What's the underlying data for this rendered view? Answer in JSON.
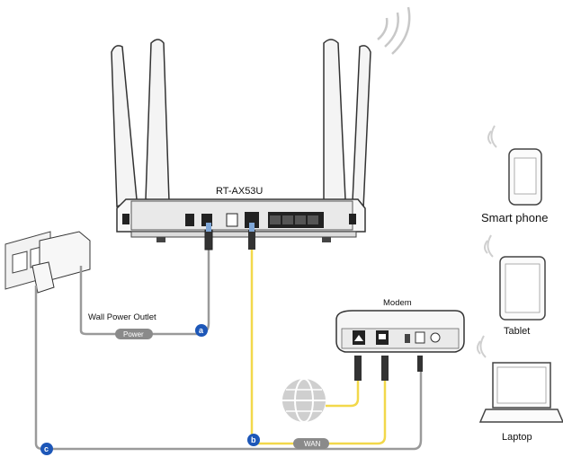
{
  "router": {
    "model": "RT-AX53U"
  },
  "labels": {
    "wall_outlet": "Wall Power Outlet",
    "modem": "Modem",
    "smartphone": "Smart phone",
    "tablet": "Tablet",
    "laptop": "Laptop"
  },
  "cables": {
    "power": "Power",
    "wan": "WAN"
  },
  "markers": {
    "a": "a",
    "b": "b",
    "c": "c"
  },
  "colors": {
    "wan_cable": "#f2d84a",
    "power_cable": "#9a9a9a",
    "marker": "#1d57b8",
    "device_outline": "#444444"
  }
}
